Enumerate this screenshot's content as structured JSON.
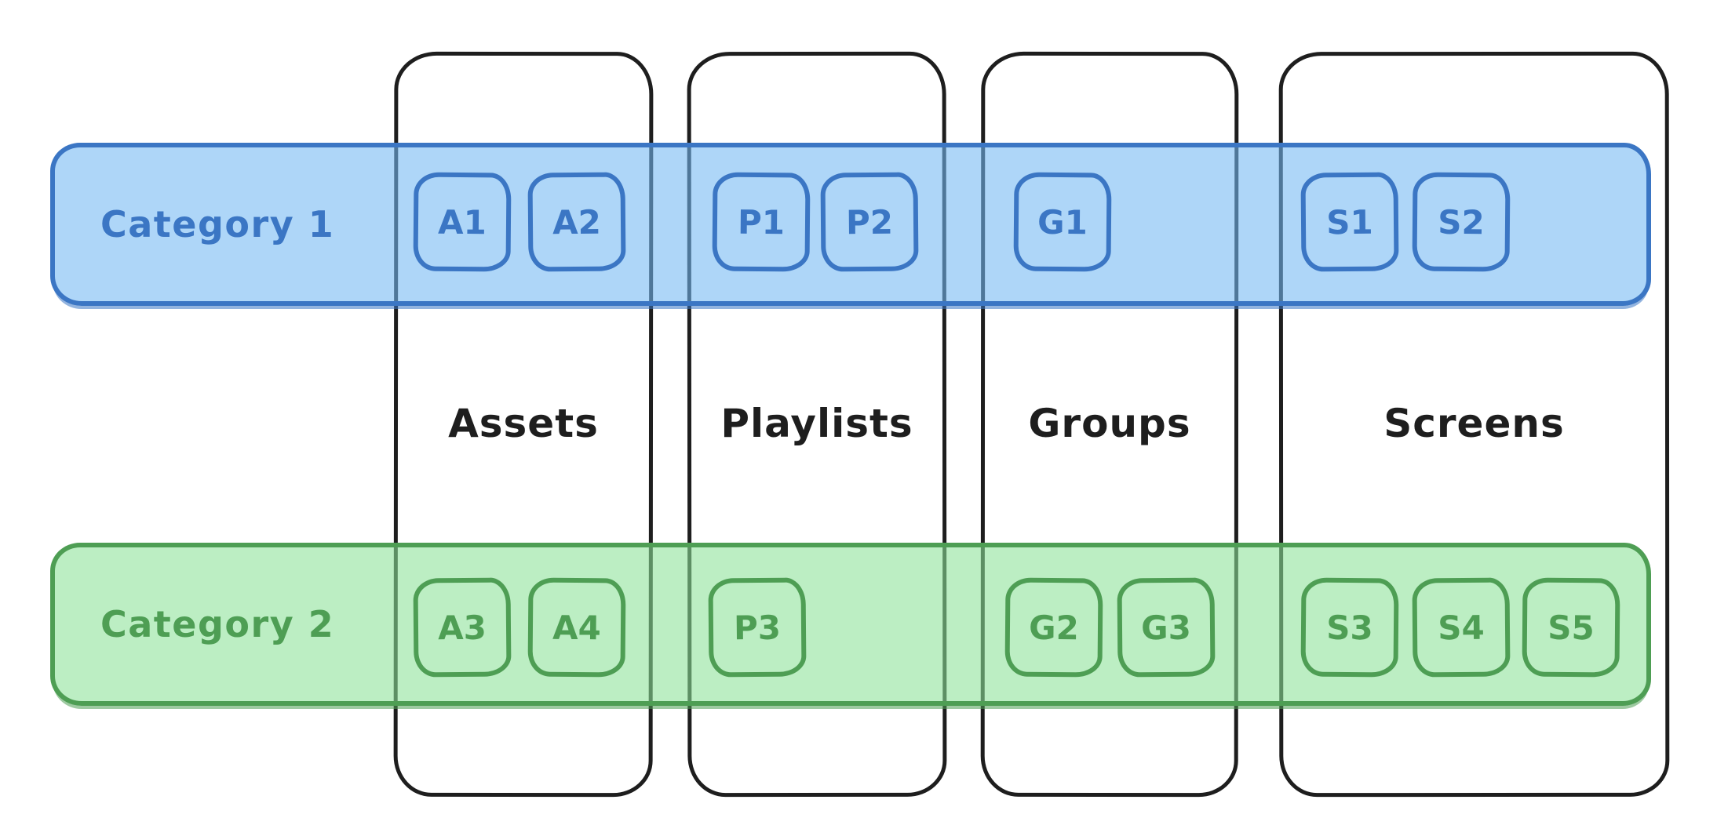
{
  "columns": {
    "assets": "Assets",
    "playlists": "Playlists",
    "groups": "Groups",
    "screens": "Screens"
  },
  "cat1": {
    "label": "Category 1",
    "assets": [
      "A1",
      "A2"
    ],
    "playlists": [
      "P1",
      "P2"
    ],
    "groups": [
      "G1"
    ],
    "screens": [
      "S1",
      "S2"
    ]
  },
  "cat2": {
    "label": "Category 2",
    "assets": [
      "A3",
      "A4"
    ],
    "playlists": [
      "P3"
    ],
    "groups": [
      "G2",
      "G3"
    ],
    "screens": [
      "S3",
      "S4",
      "S5"
    ]
  },
  "colors": {
    "category1_stroke": "#3b76c4",
    "category1_fill": "#aed6f8",
    "category2_stroke": "#4e9e54",
    "category2_fill": "#bceec3",
    "column_stroke": "#1e1e1e",
    "background": "#ffffff"
  }
}
